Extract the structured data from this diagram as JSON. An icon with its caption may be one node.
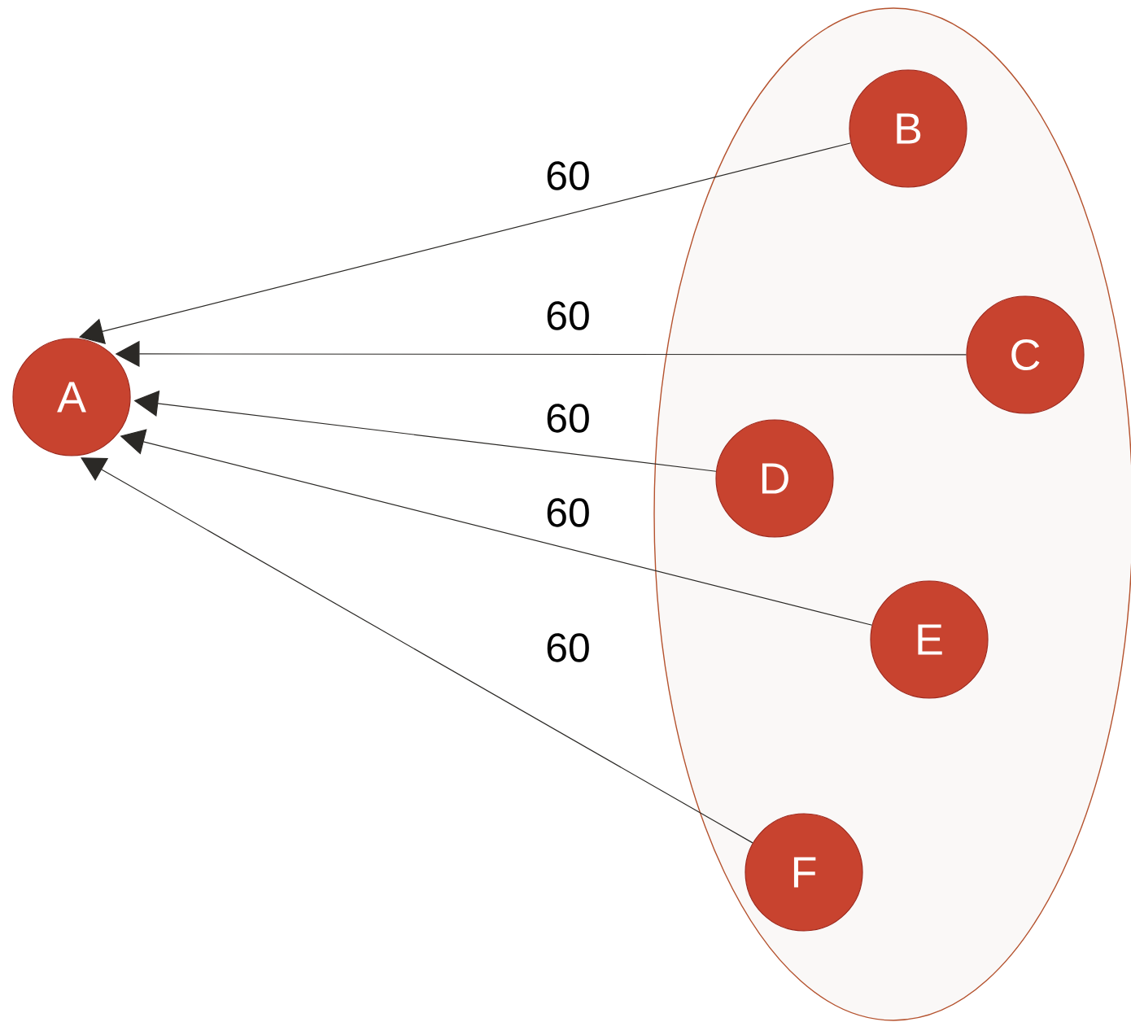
{
  "diagram": {
    "nodes": [
      {
        "text": [
          "A"
        ]
      },
      {
        "text": [],
        "shape": "ellipse"
      },
      {
        "text": [
          "B"
        ],
        "in": 1
      },
      {
        "text": [
          "C"
        ],
        "in": 1
      },
      {
        "text": [
          "D"
        ],
        "in": 1
      },
      {
        "text": [
          "E"
        ],
        "in": 1
      },
      {
        "text": [
          "F"
        ],
        "in": 1
      }
    ],
    "edges": [
      {
        "from": 2,
        "to": 0,
        "arrow": "to",
        "label": "60"
      },
      {
        "from": 3,
        "to": 0,
        "arrow": "to",
        "label": "60"
      },
      {
        "from": 4,
        "to": 0,
        "arrow": "to",
        "label": "60"
      },
      {
        "from": 5,
        "to": 0,
        "arrow": "to",
        "label": "60"
      },
      {
        "from": 6,
        "to": 0,
        "arrow": "to",
        "label": "60"
      }
    ]
  }
}
